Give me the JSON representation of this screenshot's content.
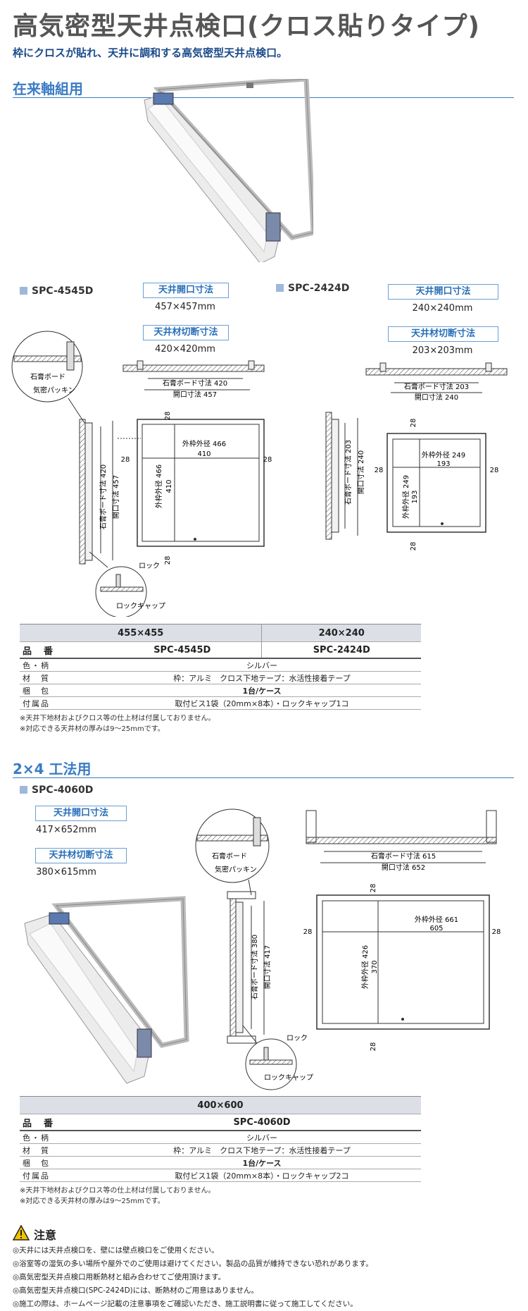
{
  "header": {
    "title": "高気密型天井点検口(クロス貼りタイプ)",
    "subtitle": "枠にクロスが貼れ、天井に調和する高気密型天井点検口。"
  },
  "section1": {
    "heading": "在来軸組用",
    "productA": {
      "model": "SPC-4545D",
      "opening_label": "天井開口寸法",
      "opening_value": "457×457mm",
      "cut_label": "天井材切断寸法",
      "cut_value": "420×420mm",
      "dims": {
        "board": "石膏ボード寸法 420",
        "opening": "開口寸法 457",
        "outer_h": "外枠外径 466",
        "inner_h": "410",
        "outer_v": "外枠外径 466",
        "inner_v": "410",
        "margin": "28",
        "side_board": "石膏ボード寸法 420",
        "side_opening": "開口寸法 457"
      },
      "callouts": {
        "board": "石膏ボード",
        "gasket": "気密パッキン",
        "lock": "ロック",
        "lock_cap": "ロックキャップ"
      }
    },
    "productB": {
      "model": "SPC-2424D",
      "opening_label": "天井開口寸法",
      "opening_value": "240×240mm",
      "cut_label": "天井材切断寸法",
      "cut_value": "203×203mm",
      "dims": {
        "board": "石膏ボード寸法 203",
        "opening": "開口寸法 240",
        "outer_h": "外枠外径 249",
        "inner_h": "193",
        "outer_v": "外枠外径 249",
        "inner_v": "193",
        "margin": "28",
        "side_board": "石膏ボード寸法 203",
        "side_opening": "開口寸法 240"
      }
    },
    "table": {
      "sizes": [
        "455×455",
        "240×240"
      ],
      "rows": [
        {
          "label": "品　番",
          "values": [
            "SPC-4545D",
            "SPC-2424D"
          ]
        },
        {
          "label": "色・柄",
          "value": "シルバー"
        },
        {
          "label": "材　質",
          "value": "枠：アルミ　クロス下地テープ：水活性接着テープ"
        },
        {
          "label": "梱　包",
          "value": "1台/ケース"
        },
        {
          "label": "付属品",
          "value": "取付ビス1袋（20mm×8本）・ロックキャップ1コ"
        }
      ],
      "notes": [
        "※天井下地材およびクロス等の仕上材は付属しておりません。",
        "※対応できる天井材の厚みは9～25mmです。"
      ]
    }
  },
  "section2": {
    "heading": "2×4 工法用",
    "product": {
      "model": "SPC-4060D",
      "opening_label": "天井開口寸法",
      "opening_value": "417×652mm",
      "cut_label": "天井材切断寸法",
      "cut_value": "380×615mm",
      "dims": {
        "board": "石膏ボード寸法 615",
        "opening": "開口寸法 652",
        "outer_h": "外枠外径 661",
        "inner_h": "605",
        "outer_v": "外枠外径 426",
        "inner_v": "370",
        "margin": "28",
        "side_board": "石膏ボード寸法 380",
        "side_opening": "開口寸法 417"
      },
      "callouts": {
        "board": "石膏ボード",
        "gasket": "気密パッキン",
        "lock": "ロック",
        "lock_cap": "ロックキャップ"
      }
    },
    "table": {
      "size": "400×600",
      "rows": [
        {
          "label": "品　番",
          "value": "SPC-4060D"
        },
        {
          "label": "色・柄",
          "value": "シルバー"
        },
        {
          "label": "材　質",
          "value": "枠：アルミ　クロス下地テープ：水活性接着テープ"
        },
        {
          "label": "梱　包",
          "value": "1台/ケース"
        },
        {
          "label": "付属品",
          "value": "取付ビス1袋（20mm×8本）・ロックキャップ2コ"
        }
      ],
      "notes": [
        "※天井下地材およびクロス等の仕上材は付属しておりません。",
        "※対応できる天井材の厚みは9～25mmです。"
      ]
    }
  },
  "caution": {
    "heading": "注意",
    "items": [
      "◎天井には天井点検口を、壁には壁点検口をご使用ください。",
      "◎浴室等の湿気の多い場所や屋外でのご使用は避けてください。製品の品質が維持できない恐れがあります。",
      "◎高気密型天井点検口用断熱材と組み合わせてご使用頂けます。",
      "◎高気密型天井点検口(SPC-2424D)には、断熱材のご用意はありません。",
      "◎施工の際は、ホームページ記載の注意事項をご確認いただき、施工説明書に従って施工してください。"
    ]
  },
  "colors": {
    "accent": "#3a7cc4",
    "title_gray": "#555555",
    "table_header": "#dcdfe6",
    "warning": "#f2c200"
  }
}
